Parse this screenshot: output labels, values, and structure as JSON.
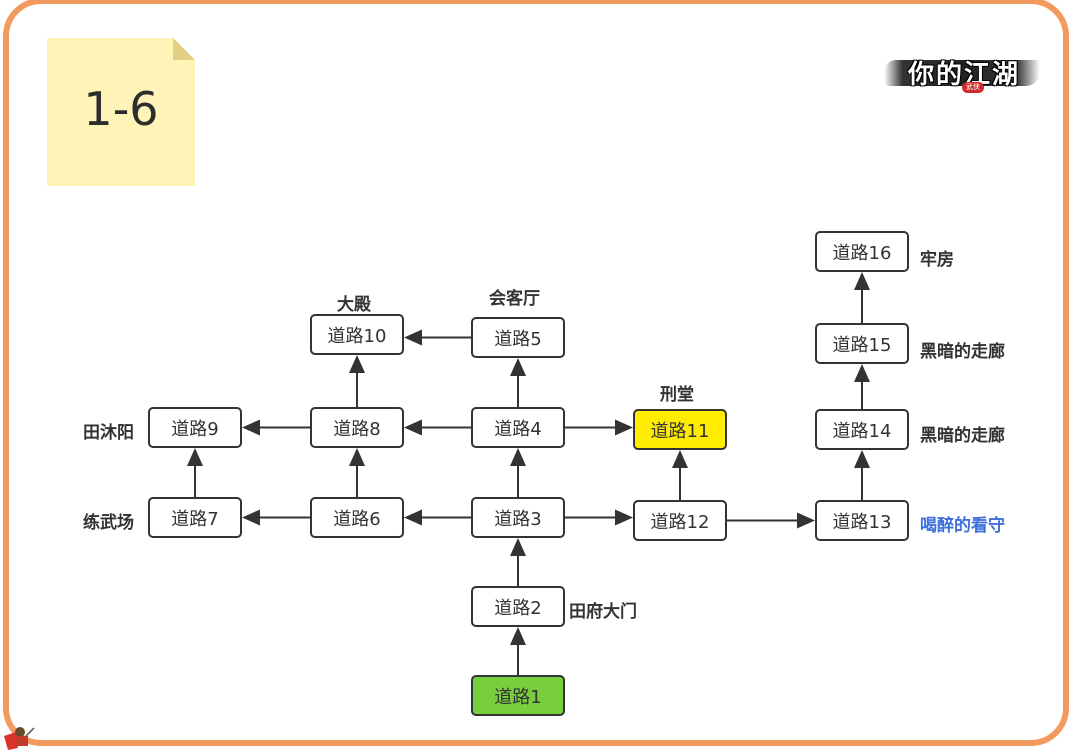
{
  "title": "1-6",
  "logo": {
    "text": "你的江湖",
    "seal": "武侠"
  },
  "colors": {
    "frame": "#f39a5e",
    "note": "#fff4b8",
    "highlight_yellow": "#ffec00",
    "start_green": "#78cf3e",
    "npc_blue": "#3f6fdb",
    "stroke": "#333333"
  },
  "nodes": {
    "n1": {
      "label": "道路1",
      "style": "start"
    },
    "n2": {
      "label": "道路2"
    },
    "n3": {
      "label": "道路3"
    },
    "n4": {
      "label": "道路4"
    },
    "n5": {
      "label": "道路5"
    },
    "n6": {
      "label": "道路6"
    },
    "n7": {
      "label": "道路7"
    },
    "n8": {
      "label": "道路8"
    },
    "n9": {
      "label": "道路9"
    },
    "n10": {
      "label": "道路10"
    },
    "n11": {
      "label": "道路11",
      "style": "highlight"
    },
    "n12": {
      "label": "道路12"
    },
    "n13": {
      "label": "道路13"
    },
    "n14": {
      "label": "道路14"
    },
    "n15": {
      "label": "道路15"
    },
    "n16": {
      "label": "道路16"
    }
  },
  "places": {
    "n2": "田府大门",
    "n5": "会客厅",
    "n7": "练武场",
    "n9": "田沐阳",
    "n10": "大殿",
    "n11": "刑堂",
    "n13": "喝醉的看守",
    "n14": "黑暗的走廊",
    "n15": "黑暗的走廊",
    "n16": "牢房"
  },
  "edges": [
    {
      "from": "n1",
      "to": "n2"
    },
    {
      "from": "n2",
      "to": "n3"
    },
    {
      "from": "n3",
      "to": "n4"
    },
    {
      "from": "n3",
      "to": "n6"
    },
    {
      "from": "n3",
      "to": "n12"
    },
    {
      "from": "n4",
      "to": "n5"
    },
    {
      "from": "n4",
      "to": "n8"
    },
    {
      "from": "n4",
      "to": "n11"
    },
    {
      "from": "n5",
      "to": "n10"
    },
    {
      "from": "n6",
      "to": "n7"
    },
    {
      "from": "n6",
      "to": "n8"
    },
    {
      "from": "n7",
      "to": "n9"
    },
    {
      "from": "n8",
      "to": "n9"
    },
    {
      "from": "n8",
      "to": "n10"
    },
    {
      "from": "n12",
      "to": "n11"
    },
    {
      "from": "n12",
      "to": "n13"
    },
    {
      "from": "n13",
      "to": "n14"
    },
    {
      "from": "n14",
      "to": "n15"
    },
    {
      "from": "n15",
      "to": "n16"
    }
  ]
}
